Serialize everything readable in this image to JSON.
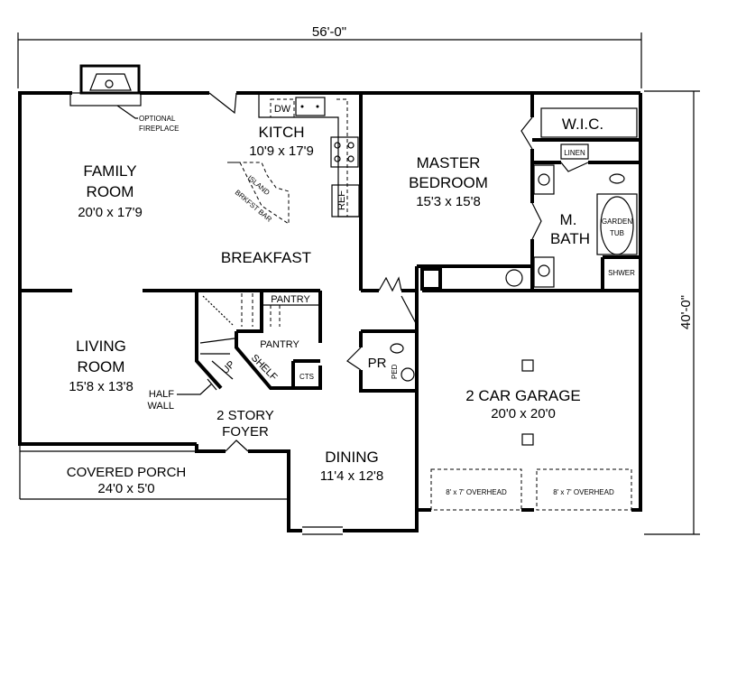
{
  "dimensions": {
    "width": "56'-0\"",
    "depth": "40'-0\""
  },
  "rooms": {
    "family": {
      "name1": "FAMILY",
      "name2": "ROOM",
      "size": "20'0 x 17'9"
    },
    "kitchen": {
      "name": "KITCH",
      "size": "10'9 x 17'9"
    },
    "breakfast": {
      "name": "BREAKFAST"
    },
    "master": {
      "name1": "MASTER",
      "name2": "BEDROOM",
      "size": "15'3 x 15'8"
    },
    "wic": {
      "name": "W.I.C."
    },
    "linen": {
      "name": "LINEN"
    },
    "mbath": {
      "name1": "M.",
      "name2": "BATH"
    },
    "garden_tub": {
      "name1": "GARDEN",
      "name2": "TUB"
    },
    "shower": {
      "name": "SHWER"
    },
    "living": {
      "name1": "LIVING",
      "name2": "ROOM",
      "size": "15'8 x 13'8"
    },
    "pantry1": {
      "name": "PANTRY"
    },
    "pantry2": {
      "name": "PANTRY"
    },
    "shelf": {
      "name": "SHELF"
    },
    "cts": {
      "name": "CTS"
    },
    "pr": {
      "name": "PR",
      "ped": "PED"
    },
    "foyer": {
      "name1": "2 STORY",
      "name2": "FOYER"
    },
    "dining": {
      "name": "DINING",
      "size": "11'4 x 12'8"
    },
    "garage": {
      "name": "2 CAR GARAGE",
      "size": "20'0 x 20'0",
      "door1": "8' x 7' OVERHEAD",
      "door2": "8' x 7' OVERHEAD"
    },
    "porch": {
      "name": "COVERED PORCH",
      "size": "24'0 x 5'0"
    }
  },
  "fixtures": {
    "dw": "DW",
    "ref": "REF",
    "island": "ISLAND",
    "bar": "BRKFST BAR",
    "up": "UP"
  },
  "notes": {
    "fireplace1": "OPTIONAL",
    "fireplace2": "FIREPLACE",
    "halfwall1": "HALF",
    "halfwall2": "WALL"
  }
}
